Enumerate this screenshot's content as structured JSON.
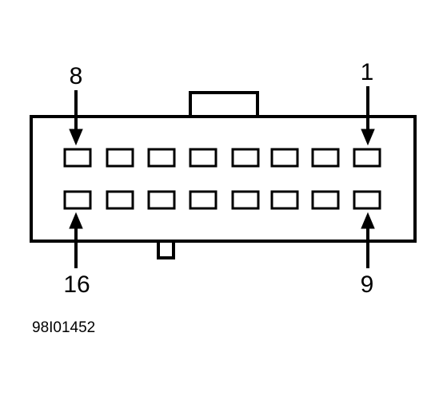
{
  "connector": {
    "pin_labels": {
      "top_left": "8",
      "top_right": "1",
      "bottom_left": "16",
      "bottom_right": "9"
    },
    "pin_count": 16,
    "rows": 2,
    "pins_per_row": 8
  },
  "figure_code": "98I01452",
  "colors": {
    "stroke": "#000000",
    "background": "#ffffff"
  }
}
